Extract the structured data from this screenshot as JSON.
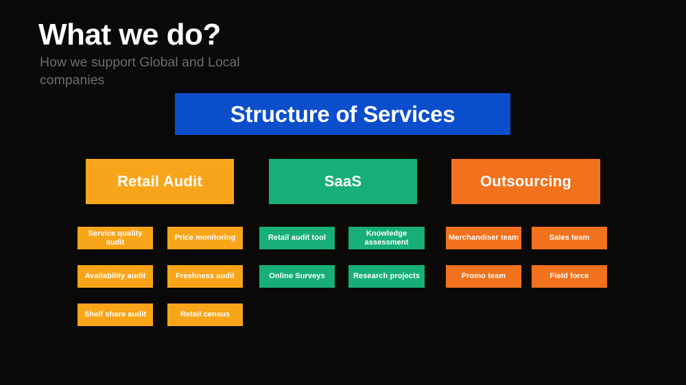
{
  "header": {
    "title": "What we do?",
    "subtitle": "How we support Global and Local companies"
  },
  "banner": {
    "text": "Structure of Services",
    "color": "#0b4ecb"
  },
  "colors": {
    "background": "#0a0908",
    "amber": "#f9a51a",
    "green": "#18af77",
    "orange": "#f2711c",
    "blue": "#0b4ecb",
    "title_text": "#ffffff",
    "subtitle_text": "#6e6e6e"
  },
  "categories": [
    {
      "name": "Retail Audit",
      "color": "#f9a51a",
      "left_column": [
        "Service quality audit",
        "Availability audit",
        "Shelf share audit"
      ],
      "right_column": [
        "Price monitoring",
        "Freshness audit",
        "Retail census"
      ]
    },
    {
      "name": "SaaS",
      "color": "#18af77",
      "left_column": [
        "Retail audit tool",
        "Online Surveys"
      ],
      "right_column": [
        "Knowledge assessment",
        "Research projects"
      ]
    },
    {
      "name": "Outsourcing",
      "color": "#f2711c",
      "left_column": [
        "Merchandiser team",
        "Promo team"
      ],
      "right_column": [
        "Sales team",
        "Field force"
      ]
    }
  ]
}
